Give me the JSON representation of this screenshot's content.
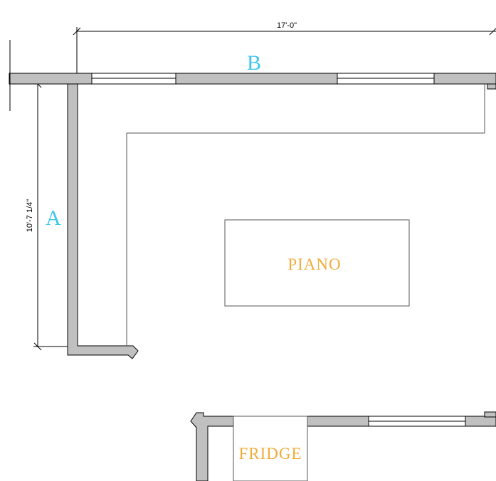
{
  "dimensions": {
    "top_width": "17'-0\"",
    "left_height": "10'-7 1/4\""
  },
  "wall_labels": {
    "a": "A",
    "b": "B"
  },
  "items": {
    "piano": "PIANO",
    "fridge": "FRIDGE"
  },
  "colors": {
    "wall_fill": "#c0c0c0",
    "line": "#000000",
    "wall_label": "#3ec7ea",
    "item_label": "#f0ad3c"
  }
}
